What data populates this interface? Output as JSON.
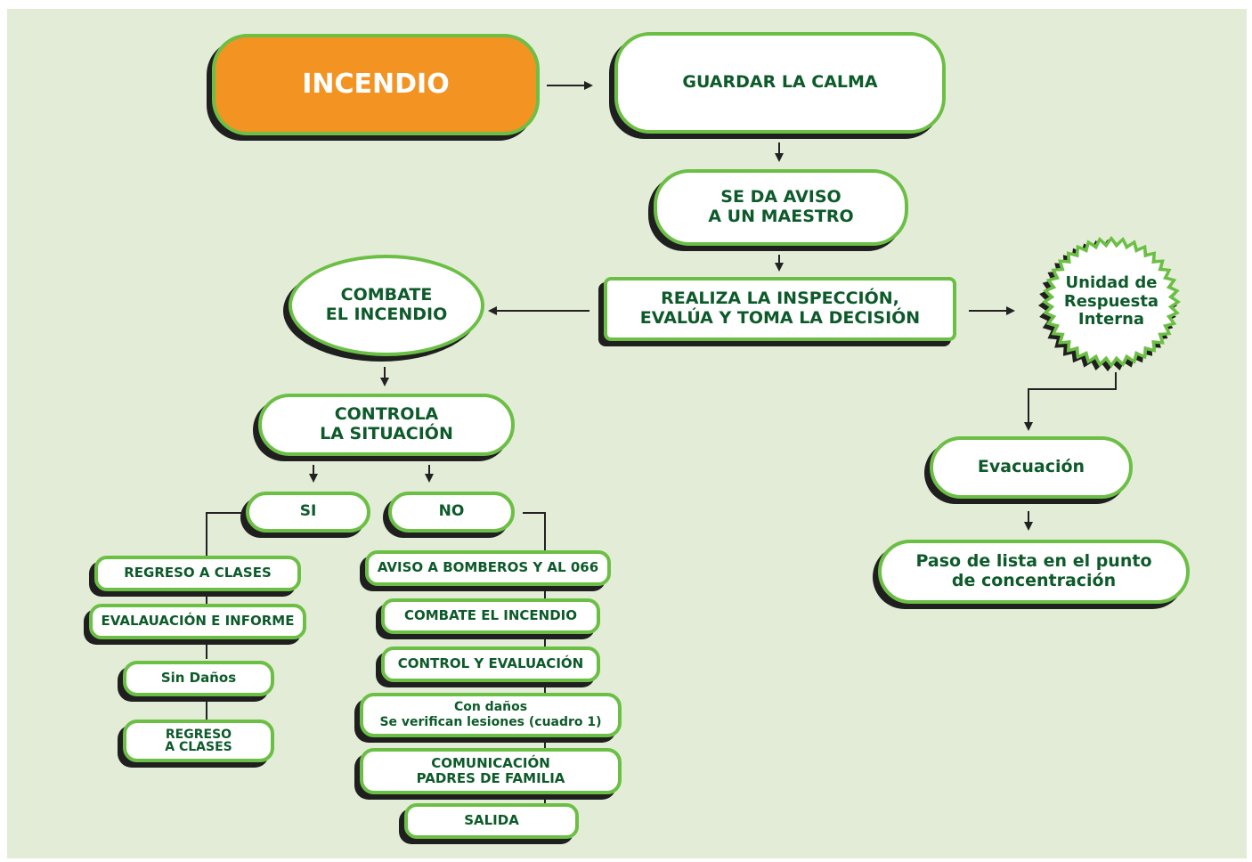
{
  "nodes": {
    "incendio": "INCENDIO",
    "guardar_calma": "GUARDAR  LA CALMA",
    "aviso_maestro": "SE DA AVISO\nA UN MAESTRO",
    "inspeccion": "REALIZA LA INSPECCIÓN,\nEVALÚA Y TOMA LA DECISIÓN",
    "combate": "COMBATE\nEL INCENDIO",
    "unidad_respuesta": "Unidad de\nRespuesta\nInterna",
    "controla": "CONTROLA\nLA SITUACIÓN",
    "si": "SI",
    "no": "NO",
    "regreso_clases_1": "REGRESO A CLASES",
    "evaluacion_informe": "EVALAUACIÓN E INFORME",
    "sin_danos": "Sin Daños",
    "regreso_clases_2": "REGRESO\nA CLASES",
    "aviso_bomberos": "AVISO A BOMBEROS Y  AL 066",
    "combate_incendio_2": "COMBATE EL INCENDIO",
    "control_evaluacion": "CONTROL Y EVALUACIÓN",
    "con_danos": "Con daños\nSe verifican lesiones (cuadro 1)",
    "comunicacion_padres": "COMUNICACIÓN\nPADRES DE FAMILIA",
    "salida": "SALIDA",
    "evacuacion": "Evacuación",
    "paso_lista": "Paso de lista en el punto\nde concentración"
  },
  "colors": {
    "background": "#e3ecd6",
    "border_green": "#6cbf45",
    "text_green": "#0d5a2a",
    "orange": "#f39322",
    "shadow": "#1f1f1f"
  }
}
